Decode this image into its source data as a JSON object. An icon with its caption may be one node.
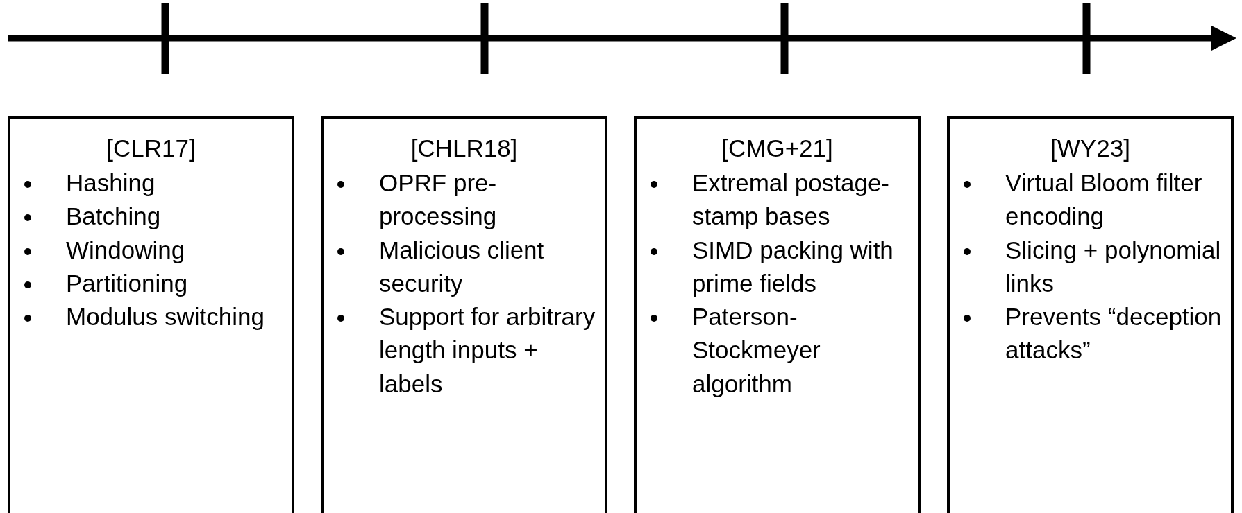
{
  "diagram": {
    "nodes": [
      {
        "text": [
          "[CLR17]",
          "Hashing",
          "Batching",
          "Windowing",
          "Partitioning",
          "Modulus switching"
        ]
      },
      {
        "text": [
          "[CHLR18]",
          "OPRF pre-processing",
          "Malicious client security",
          "Support  for arbitrary length inputs + labels"
        ]
      },
      {
        "text": [
          "[CMG+21]",
          "Extremal postage-stamp bases",
          "SIMD packing with prime fields",
          "Paterson-Stockmeyer algorithm"
        ]
      },
      {
        "text": [
          "[WY23]",
          "Virtual Bloom filter encoding",
          "Slicing + polynomial links",
          "Prevents “deception attacks”"
        ]
      }
    ],
    "edges": []
  }
}
